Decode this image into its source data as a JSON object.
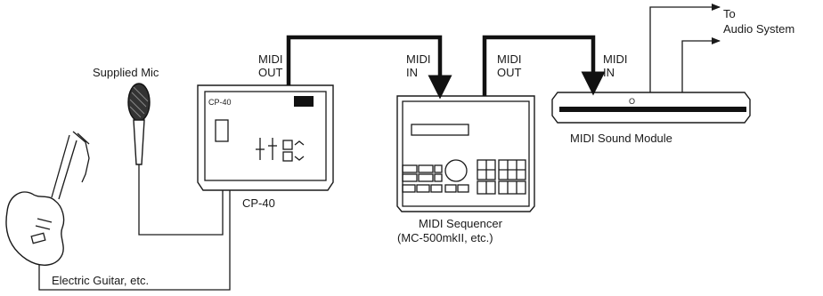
{
  "labels": {
    "supplied_mic": "Supplied Mic",
    "midi_out_1": [
      "MIDI",
      "OUT"
    ],
    "midi_in_1": [
      "MIDI",
      "IN"
    ],
    "midi_out_2": [
      "MIDI",
      "OUT"
    ],
    "midi_in_2": [
      "MIDI",
      "IN"
    ],
    "to_audio": [
      "To",
      "Audio System"
    ],
    "cp40": "CP-40",
    "cp40_panel": "CP-40",
    "sequencer": [
      "MIDI Sequencer",
      "(MC-500mkII, etc.)"
    ],
    "sound_module": "MIDI Sound Module",
    "module_panel": "O",
    "guitar": "Electric Guitar, etc."
  }
}
